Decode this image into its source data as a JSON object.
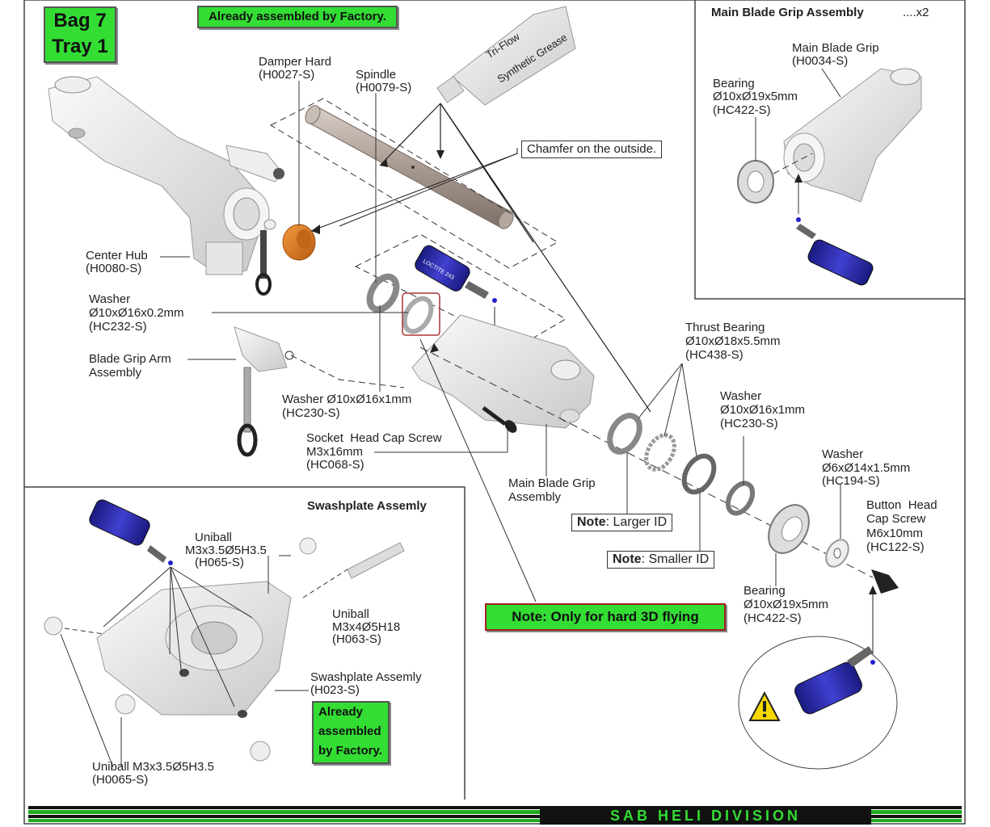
{
  "header": {
    "bag_line1": "Bag 7",
    "bag_line2": "Tray 1",
    "factory_banner": "Already assembled by Factory."
  },
  "labels": {
    "damper_name": "Damper Hard",
    "damper_code": "(H0027-S)",
    "spindle_name": "Spindle",
    "spindle_code": "(H0079-S)",
    "grease_line1": "Tri-Flow",
    "grease_line2": "Synthetic Grease",
    "chamfer_note": "Chamfer on the outside.",
    "center_hub_name": "Center Hub",
    "center_hub_code": "(H0080-S)",
    "washer_thin_name": "Washer",
    "washer_thin_spec": "Ø10xØ16x0.2mm",
    "washer_thin_code": "(HC232-S)",
    "blade_grip_arm_line1": "Blade Grip Arm",
    "blade_grip_arm_line2": "Assembly",
    "washer_1mm_spec": "Washer Ø10xØ16x1mm",
    "washer_1mm_code": "(HC230-S)",
    "socket_screw_name": "Socket  Head Cap Screw",
    "socket_screw_spec": "M3x16mm",
    "socket_screw_code": "(HC068-S)",
    "thrust_name": "Thrust Bearing",
    "thrust_spec": "Ø10xØ18x5.5mm",
    "thrust_code": "(HC438-S)",
    "washer_right_name": "Washer",
    "washer_right_spec": "Ø10xØ16x1mm",
    "washer_right_code": "(HC230-S)",
    "washer_small_name": "Washer",
    "washer_small_spec": "Ø6xØ14x1.5mm",
    "washer_small_code": "(HC194-S)",
    "button_screw_line1": "Button  Head",
    "button_screw_line2": "Cap Screw",
    "button_screw_spec": "M6x10mm",
    "button_screw_code": "(HC122-S)",
    "main_grip_line1": "Main Blade Grip",
    "main_grip_line2": "Assembly",
    "bearing_name": "Bearing",
    "bearing_spec": "Ø10xØ19x5mm",
    "bearing_code": "(HC422-S)"
  },
  "notes": {
    "larger_bold": "Note",
    "larger_text": ": Larger ID",
    "smaller_bold": "Note",
    "smaller_text": ": Smaller ID",
    "hard3d": "Note: Only for hard 3D flying"
  },
  "grip_panel": {
    "title": "Main Blade Grip Assembly",
    "qty": "....x2",
    "grip_name": "Main Blade Grip",
    "grip_code": "(H0034-S)",
    "bearing_name": "Bearing",
    "bearing_spec": "Ø10xØ19x5mm",
    "bearing_code": "(HC422-S)"
  },
  "swash_panel": {
    "title": "Swashplate Assemly",
    "uniball1_name": "Uniball",
    "uniball1_spec": "M3x3.5Ø5H3.5",
    "uniball1_code": "(H065-S)",
    "uniball2_name": "Uniball",
    "uniball2_spec": "M3x4Ø5H18",
    "uniball2_code": "(H063-S)",
    "swash_name": "Swashplate Assemly",
    "swash_code": "(H023-S)",
    "factory_line1": "Already",
    "factory_line2": "assembled",
    "factory_line3": "by Factory.",
    "uniball3_spec": "Uniball M3x3.5Ø5H3.5",
    "uniball3_code": "(H0065-S)"
  },
  "loctite": "LOCTITE 243",
  "footer": {
    "brand": "SAB HELI DIVISION"
  },
  "colors": {
    "green_label": "#33dd33",
    "damper_orange": "#e07a1f",
    "loctite_blue": "#2a2aa0",
    "note_red_border": "#a02020",
    "footer_green": "#22aa22"
  }
}
